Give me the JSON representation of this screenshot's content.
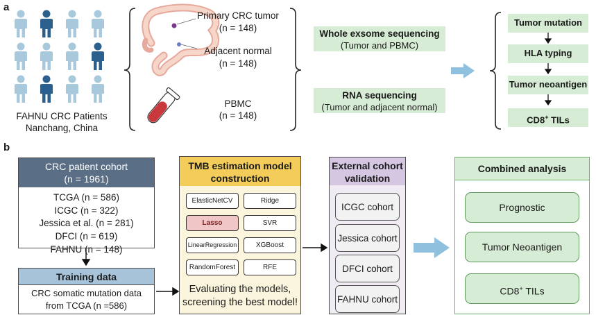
{
  "panel_a": {
    "label": "a",
    "patients_caption_line1": "FAHNU CRC Patients",
    "patients_caption_line2": "Nanchang, China",
    "samples": [
      {
        "name": "Primary CRC tumor",
        "n": "(n = 148)"
      },
      {
        "name": "Adjacent normal",
        "n": "(n = 148)"
      },
      {
        "name": "PBMC",
        "n": "(n = 148)"
      }
    ],
    "sequencing": [
      {
        "title": "Whole exsome sequencing",
        "subtitle": "(Tumor and PBMC)"
      },
      {
        "title": "RNA sequencing",
        "subtitle": "(Tumor and adjacent normal)"
      }
    ],
    "pipeline": [
      "Tumor mutation",
      "HLA typing",
      "Tumor neoantigen",
      "CD8",
      "TILs"
    ],
    "pipeline_sup": "+"
  },
  "panel_b": {
    "label": "b",
    "cohort": {
      "title": "CRC patient cohort",
      "subtitle": "(n = 1961)",
      "items": [
        "TCGA (n = 586)",
        "ICGC (n = 322)",
        "Jessica et al. (n = 281)",
        "DFCI (n = 619)",
        "FAHNU (n = 148)"
      ]
    },
    "training": {
      "title": "Training data",
      "line1": "CRC somatic mutation data",
      "line2": "from TCGA (n =586)"
    },
    "tmb": {
      "title_line1": "TMB estimation model",
      "title_line2": "construction",
      "models": [
        "ElasticNetCV",
        "Ridge",
        "Lasso",
        "SVR",
        "LinearRegression",
        "XGBoost",
        "RandomForest",
        "RFE"
      ],
      "selected": "Lasso",
      "footer_line1": "Evaluating the models,",
      "footer_line2": "screening the best model!"
    },
    "external": {
      "title_line1": "External cohort",
      "title_line2": "validation",
      "items": [
        "ICGC cohort",
        "Jessica cohort",
        "DFCI cohort",
        "FAHNU cohort"
      ]
    },
    "combined": {
      "title": "Combined analysis",
      "items": [
        "Prognostic",
        "Tumor Neoantigen",
        "CD8",
        "TILs"
      ],
      "sup": "+"
    }
  },
  "colors": {
    "person_light": "#a8c8dc",
    "person_dark": "#2b5f8e",
    "arrow_blue": "#8fc1de",
    "green_fill": "#d6ecd5",
    "cohort_header": "#5a6e85",
    "training_header": "#a7c3d9",
    "tmb_header": "#f3cc5a",
    "ext_header": "#d5c6e2",
    "selected_model": "#f0c6c6"
  }
}
